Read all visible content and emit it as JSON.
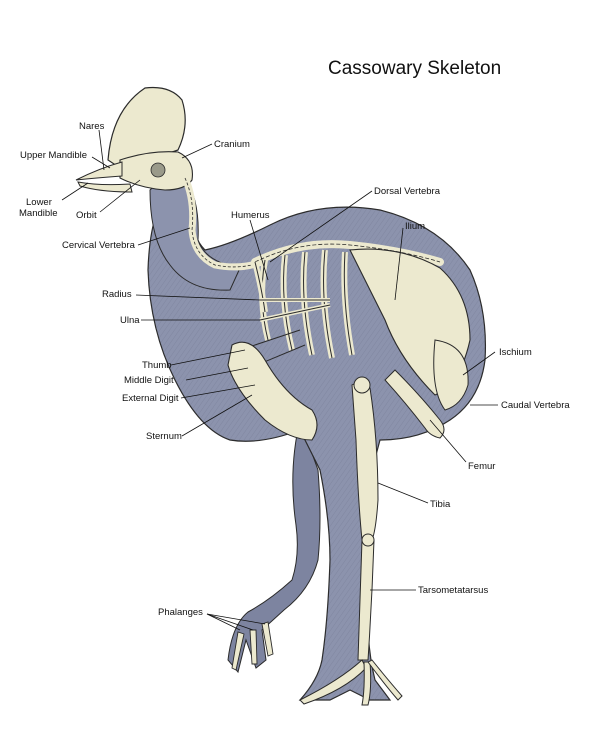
{
  "title": "Cassowary Skeleton",
  "labels": {
    "nares": "Nares",
    "upper_mandible": "Upper Mandible",
    "lower_mandible_1": "Lower",
    "lower_mandible_2": "Mandible",
    "orbit": "Orbit",
    "cranium": "Cranium",
    "dorsal_vertebra": "Dorsal Vertebra",
    "humerus": "Humerus",
    "ilium": "Ilium",
    "cervical_vertebra": "Cervical Vertebra",
    "radius": "Radius",
    "ulna": "Ulna",
    "thumb": "Thumb",
    "middle_digit": "Middle Digit",
    "external_digit": "External Digit",
    "sternum": "Sternum",
    "ischium": "Ischium",
    "caudal_vertebra": "Caudal Vertebra",
    "femur": "Femur",
    "tibia": "Tibia",
    "tarsometatarsus": "Tarsometatarsus",
    "phalanges": "Phalanges"
  },
  "colors": {
    "body": "#8c93ad",
    "body_dark": "#6f7690",
    "bone": "#ece9cf",
    "outline": "#2b2b2b",
    "leader": "#111111"
  }
}
